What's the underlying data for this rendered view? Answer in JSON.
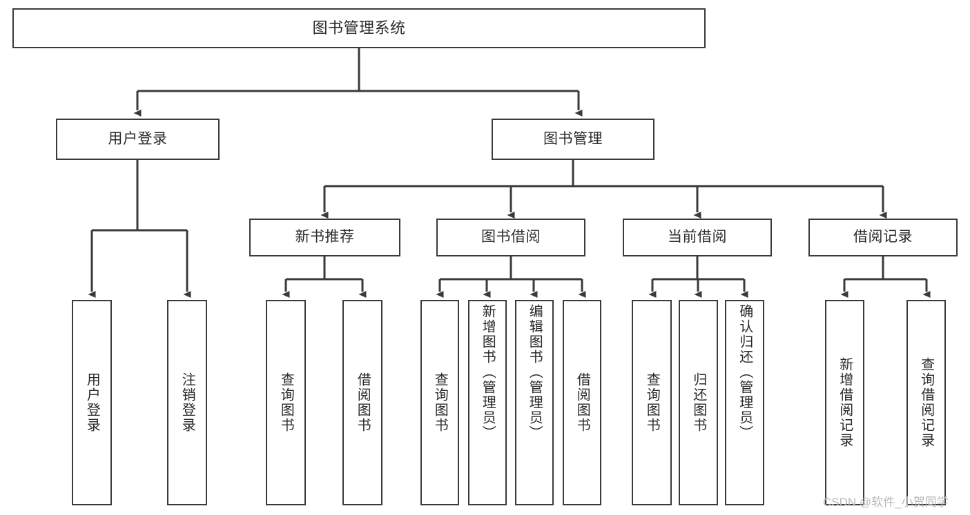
{
  "diagram": {
    "title": "图书管理系统",
    "type": "hierarchy-tree",
    "root": {
      "id": "root",
      "label": "图书管理系统"
    },
    "level2": [
      {
        "id": "user-login",
        "label": "用户登录"
      },
      {
        "id": "book-manage",
        "label": "图书管理"
      }
    ],
    "level3": [
      {
        "id": "new-book-rec",
        "label": "新书推荐",
        "parent": "book-manage"
      },
      {
        "id": "book-borrow",
        "label": "图书借阅",
        "parent": "book-manage"
      },
      {
        "id": "current-borrow",
        "label": "当前借阅",
        "parent": "book-manage"
      },
      {
        "id": "borrow-record",
        "label": "借阅记录",
        "parent": "book-manage"
      }
    ],
    "leaves": {
      "user-login": [
        {
          "id": "leaf-user-login",
          "label": "用户登录"
        },
        {
          "id": "leaf-logout",
          "label": "注销登录"
        }
      ],
      "new-book-rec": [
        {
          "id": "leaf-query-book-1",
          "label": "查询图书"
        },
        {
          "id": "leaf-borrow-book-1",
          "label": "借阅图书"
        }
      ],
      "book-borrow": [
        {
          "id": "leaf-query-book-2",
          "label": "查询图书"
        },
        {
          "id": "leaf-add-book",
          "label": "新增图书（管理员）"
        },
        {
          "id": "leaf-edit-book",
          "label": "编辑图书（管理员）"
        },
        {
          "id": "leaf-borrow-book-2",
          "label": "借阅图书"
        }
      ],
      "current-borrow": [
        {
          "id": "leaf-query-book-3",
          "label": "查询图书"
        },
        {
          "id": "leaf-return-book",
          "label": "归还图书"
        },
        {
          "id": "leaf-confirm-return",
          "label": "确认归还（管理员）"
        }
      ],
      "borrow-record": [
        {
          "id": "leaf-add-record",
          "label": "新增借阅记录"
        },
        {
          "id": "leaf-query-record",
          "label": "查询借阅记录"
        }
      ]
    }
  },
  "watermark": {
    "text": "CSDN @软件_小贺同学"
  },
  "colors": {
    "box_border": "#3a3a3a",
    "box_fill": "#ffffff",
    "text": "#2b2b2b",
    "connector": "#3a3a3a",
    "watermark": "#b9b9b9",
    "background": "#ffffff"
  }
}
